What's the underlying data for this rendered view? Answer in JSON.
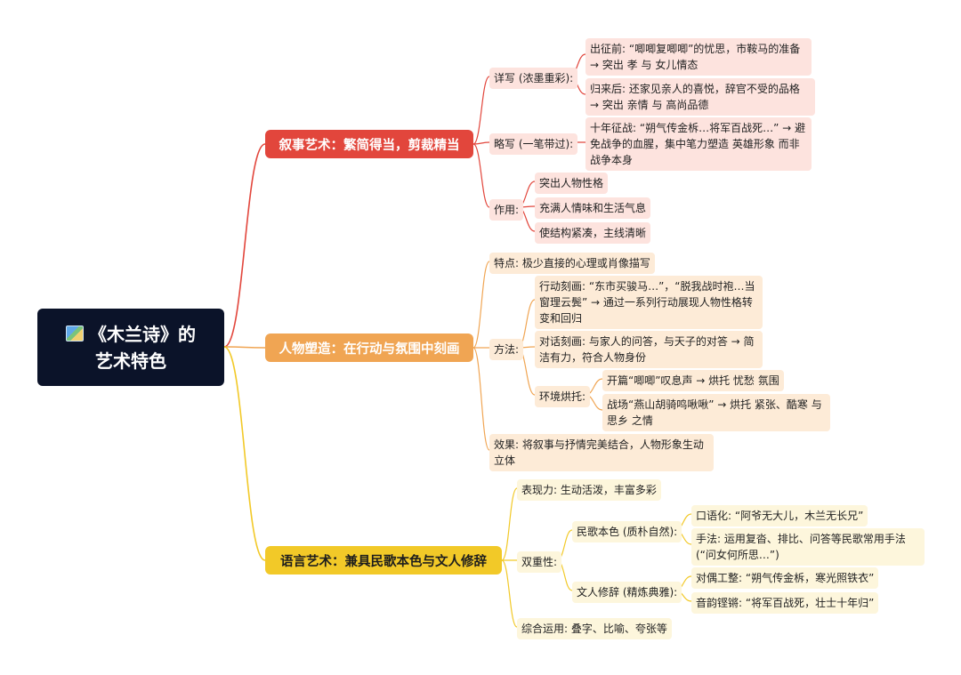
{
  "root": {
    "title_line1": "《木兰诗》的",
    "title_line2": "艺术特色",
    "icon": "map-icon"
  },
  "colors": {
    "narrative": "#e2463c",
    "character": "#f0a553",
    "language": "#f2c928",
    "root_bg": "#0b1329"
  },
  "narrative": {
    "title": "叙事艺术：繁简得当，剪裁精当",
    "detail": {
      "label": "详写 (浓墨重彩):",
      "before_war": "出征前: “唧唧复唧唧”的忧思，市鞍马的准备 → 突出 孝 与 女儿情态",
      "after_war": "归来后: 还家见亲人的喜悦，辞官不受的品格 → 突出 亲情 与 高尚品德"
    },
    "brief": {
      "label": "略写 (一笔带过):",
      "ten_years": "十年征战: “朔气传金柝…将军百战死…” → 避免战争的血腥，集中笔力塑造 英雄形象 而非战争本身"
    },
    "effect": {
      "label": "作用:",
      "items": [
        "突出人物性格",
        "充满人情味和生活气息",
        "使结构紧凑，主线清晰"
      ]
    }
  },
  "character": {
    "title": "人物塑造：在行动与氛围中刻画",
    "feature": "特点: 极少直接的心理或肖像描写",
    "method": {
      "label": "方法:",
      "action": "行动刻画: “东市买骏马…”，“脱我战时袍…当窗理云鬓” → 通过一系列行动展现人物性格转变和回归",
      "dialogue": "对话刻画: 与家人的问答，与天子的对答 → 简洁有力，符合人物身份",
      "environment": {
        "label": "环境烘托:",
        "items": [
          "开篇“唧唧”叹息声 → 烘托 忧愁 氛围",
          "战场“燕山胡骑鸣啾啾” → 烘托 紧张、酷寒 与 思乡 之情"
        ]
      }
    },
    "result": "效果: 将叙事与抒情完美结合，人物形象生动立体"
  },
  "language": {
    "title": "语言艺术：兼具民歌本色与文人修辞",
    "expressive": "表现力: 生动活泼，丰富多彩",
    "duality": {
      "label": "双重性:",
      "folk": {
        "label": "民歌本色 (质朴自然):",
        "items": [
          "口语化: “阿爷无大儿，木兰无长兄”",
          "手法: 运用复沓、排比、问答等民歌常用手法 (“问女何所思…”)"
        ]
      },
      "literati": {
        "label": "文人修辞 (精炼典雅):",
        "items": [
          "对偶工整: “朔气传金柝，寒光照铁衣”",
          "音韵铿锵: “将军百战死，壮士十年归”"
        ]
      }
    },
    "combined": "综合运用: 叠字、比喻、夸张等"
  }
}
